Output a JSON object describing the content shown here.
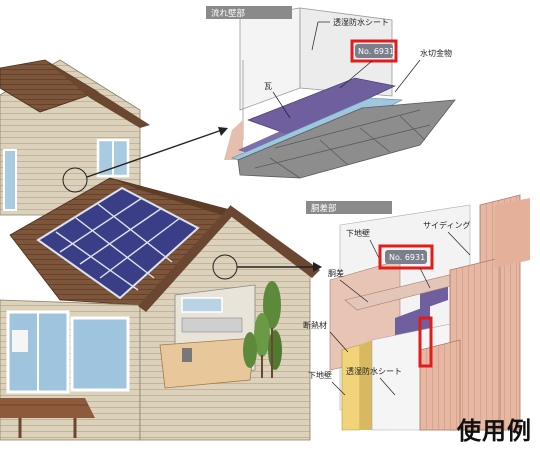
{
  "section1": {
    "title": "流れ壁部",
    "labels": {
      "membrane": "透湿防水シート",
      "product": "No. 6931",
      "flashing": "水切金物",
      "tile": "瓦"
    }
  },
  "section2": {
    "title": "胴差部",
    "labels": {
      "siding": "サイディング",
      "subwall_top": "下地壁",
      "product": "No. 6931",
      "dousa": "胴差",
      "insulation": "断熱材",
      "subwall_bottom": "下地壁",
      "membrane": "透湿防水シート"
    }
  },
  "caption": "使用例",
  "colors": {
    "highlight": "#e21b1b",
    "tag_bg": "#7b7f8c",
    "tape": "#6f5f9e",
    "roof": "#7a5238",
    "siding": "#d9cdb3",
    "solar": "#3b3f86",
    "section_header": "#8a8a8a"
  }
}
